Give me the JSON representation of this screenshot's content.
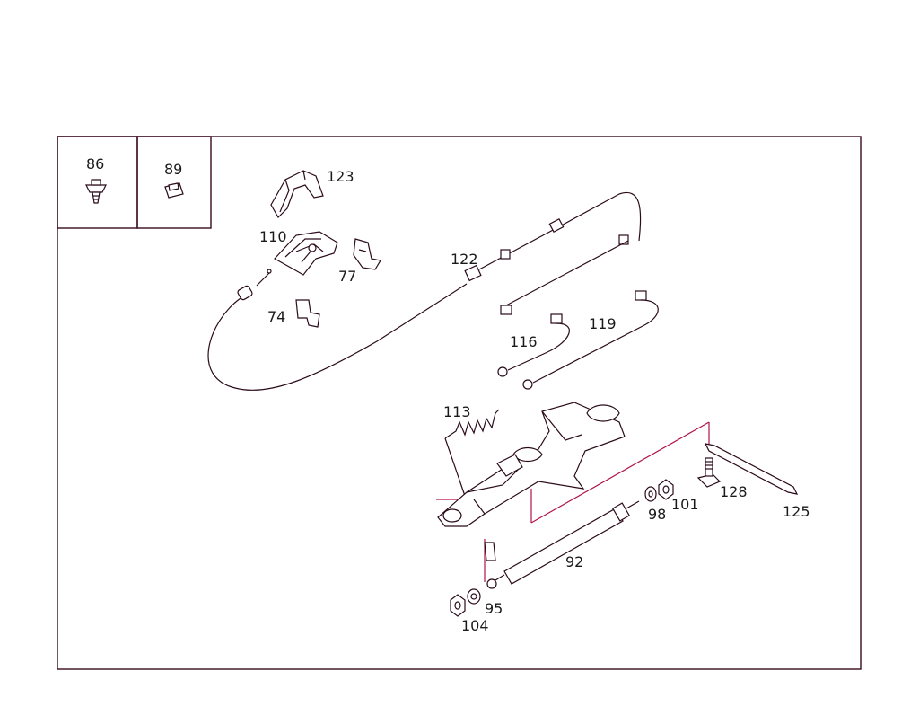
{
  "diagram": {
    "inset_labels": [
      "86",
      "89"
    ],
    "callouts": {
      "p123": "123",
      "p110": "110",
      "p77": "77",
      "p74": "74",
      "p122": "122",
      "p116": "116",
      "p119": "119",
      "p113": "113",
      "p98": "98",
      "p101": "101",
      "p128": "128",
      "p125": "125",
      "p92": "92",
      "p95": "95",
      "p104": "104"
    }
  },
  "colors": {
    "line": "#2b0b1a",
    "accent": "#b0124a",
    "frame": "#3a0a20"
  }
}
